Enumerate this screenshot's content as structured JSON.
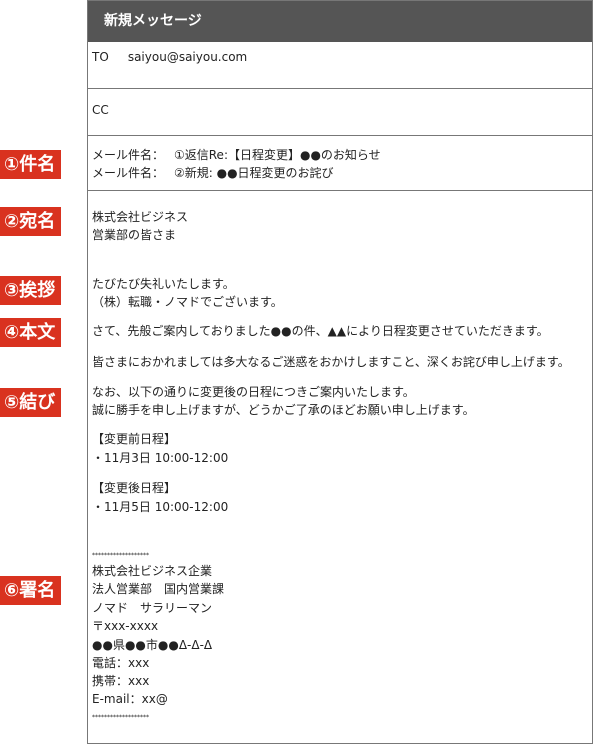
{
  "window": {
    "title": "新規メッセージ"
  },
  "to": {
    "label": "TO",
    "value": "saiyou@saiyou.com"
  },
  "cc": {
    "label": "CC"
  },
  "subject": {
    "lines": [
      {
        "key": "メール件名：",
        "value": "①返信Re:【日程変更】●●のお知らせ"
      },
      {
        "key": "メール件名：",
        "value": "②新規: ●●日程変更のお詫び"
      }
    ]
  },
  "badges": [
    "①件名",
    "②宛名",
    "③挨拶",
    "④本文",
    "⑤結び",
    "⑥署名"
  ],
  "body": {
    "addressee": [
      "株式会社ビジネス",
      "営業部の皆さま"
    ],
    "greeting": [
      "たびたび失礼いたします。",
      "（株）転職・ノマドでございます。"
    ],
    "main1": "さて、先般ご案内しておりました●●の件、▲▲により日程変更させていただきます。",
    "main2": "皆さまにおかれましては多大なるご迷惑をおかけしますこと、深くお詫び申し上げます。",
    "closing": [
      "なお、以下の通りに変更後の日程につきご案内いたします。",
      "誠に勝手を申し上げますが、どうかご了承のほどお願い申し上げます。"
    ],
    "before": [
      "【変更前日程】",
      "・11月3日 10:00-12:00"
    ],
    "after": [
      "【変更後日程】",
      "・11月5日 10:00-12:00"
    ],
    "stars": "*******************",
    "signature": [
      "株式会社ビジネス企業",
      "法人営業部　国内営業課",
      "ノマド　サラリーマン",
      "〒xxx-xxxx",
      "●●県●●市●●Δ-Δ-Δ",
      "電話：xxx",
      "携帯：xxx",
      "E-mail：xx@"
    ]
  },
  "colors": {
    "badge": "#d9321f",
    "titlebar": "#555555"
  }
}
